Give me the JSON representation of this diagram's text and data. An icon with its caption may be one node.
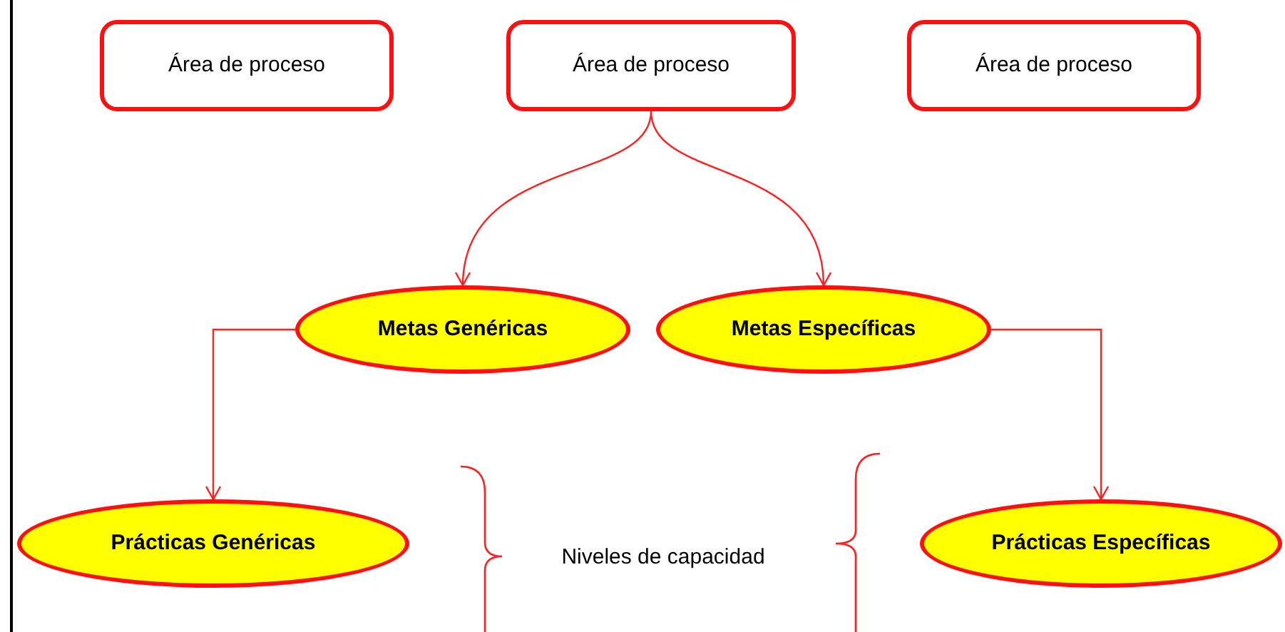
{
  "diagram": {
    "nodes": [
      {
        "text": [
          "Área de proceso"
        ]
      },
      {
        "text": [
          "Área de proceso"
        ]
      },
      {
        "text": [
          "Área de proceso"
        ]
      },
      {
        "text": [
          "Metas Genéricas"
        ]
      },
      {
        "text": [
          "Metas Específicas"
        ]
      },
      {
        "text": [
          "Prácticas Genéricas"
        ]
      },
      {
        "text": [
          "Prácticas Específicas"
        ]
      }
    ],
    "edges": [
      {
        "from": 1,
        "to": 3,
        "arrow": "to"
      },
      {
        "from": 1,
        "to": 4,
        "arrow": "to"
      },
      {
        "from": 3,
        "to": 5,
        "arrow": "to"
      },
      {
        "from": 4,
        "to": 6,
        "arrow": "to"
      }
    ],
    "labels": [
      "Niveles de capacidad"
    ]
  }
}
